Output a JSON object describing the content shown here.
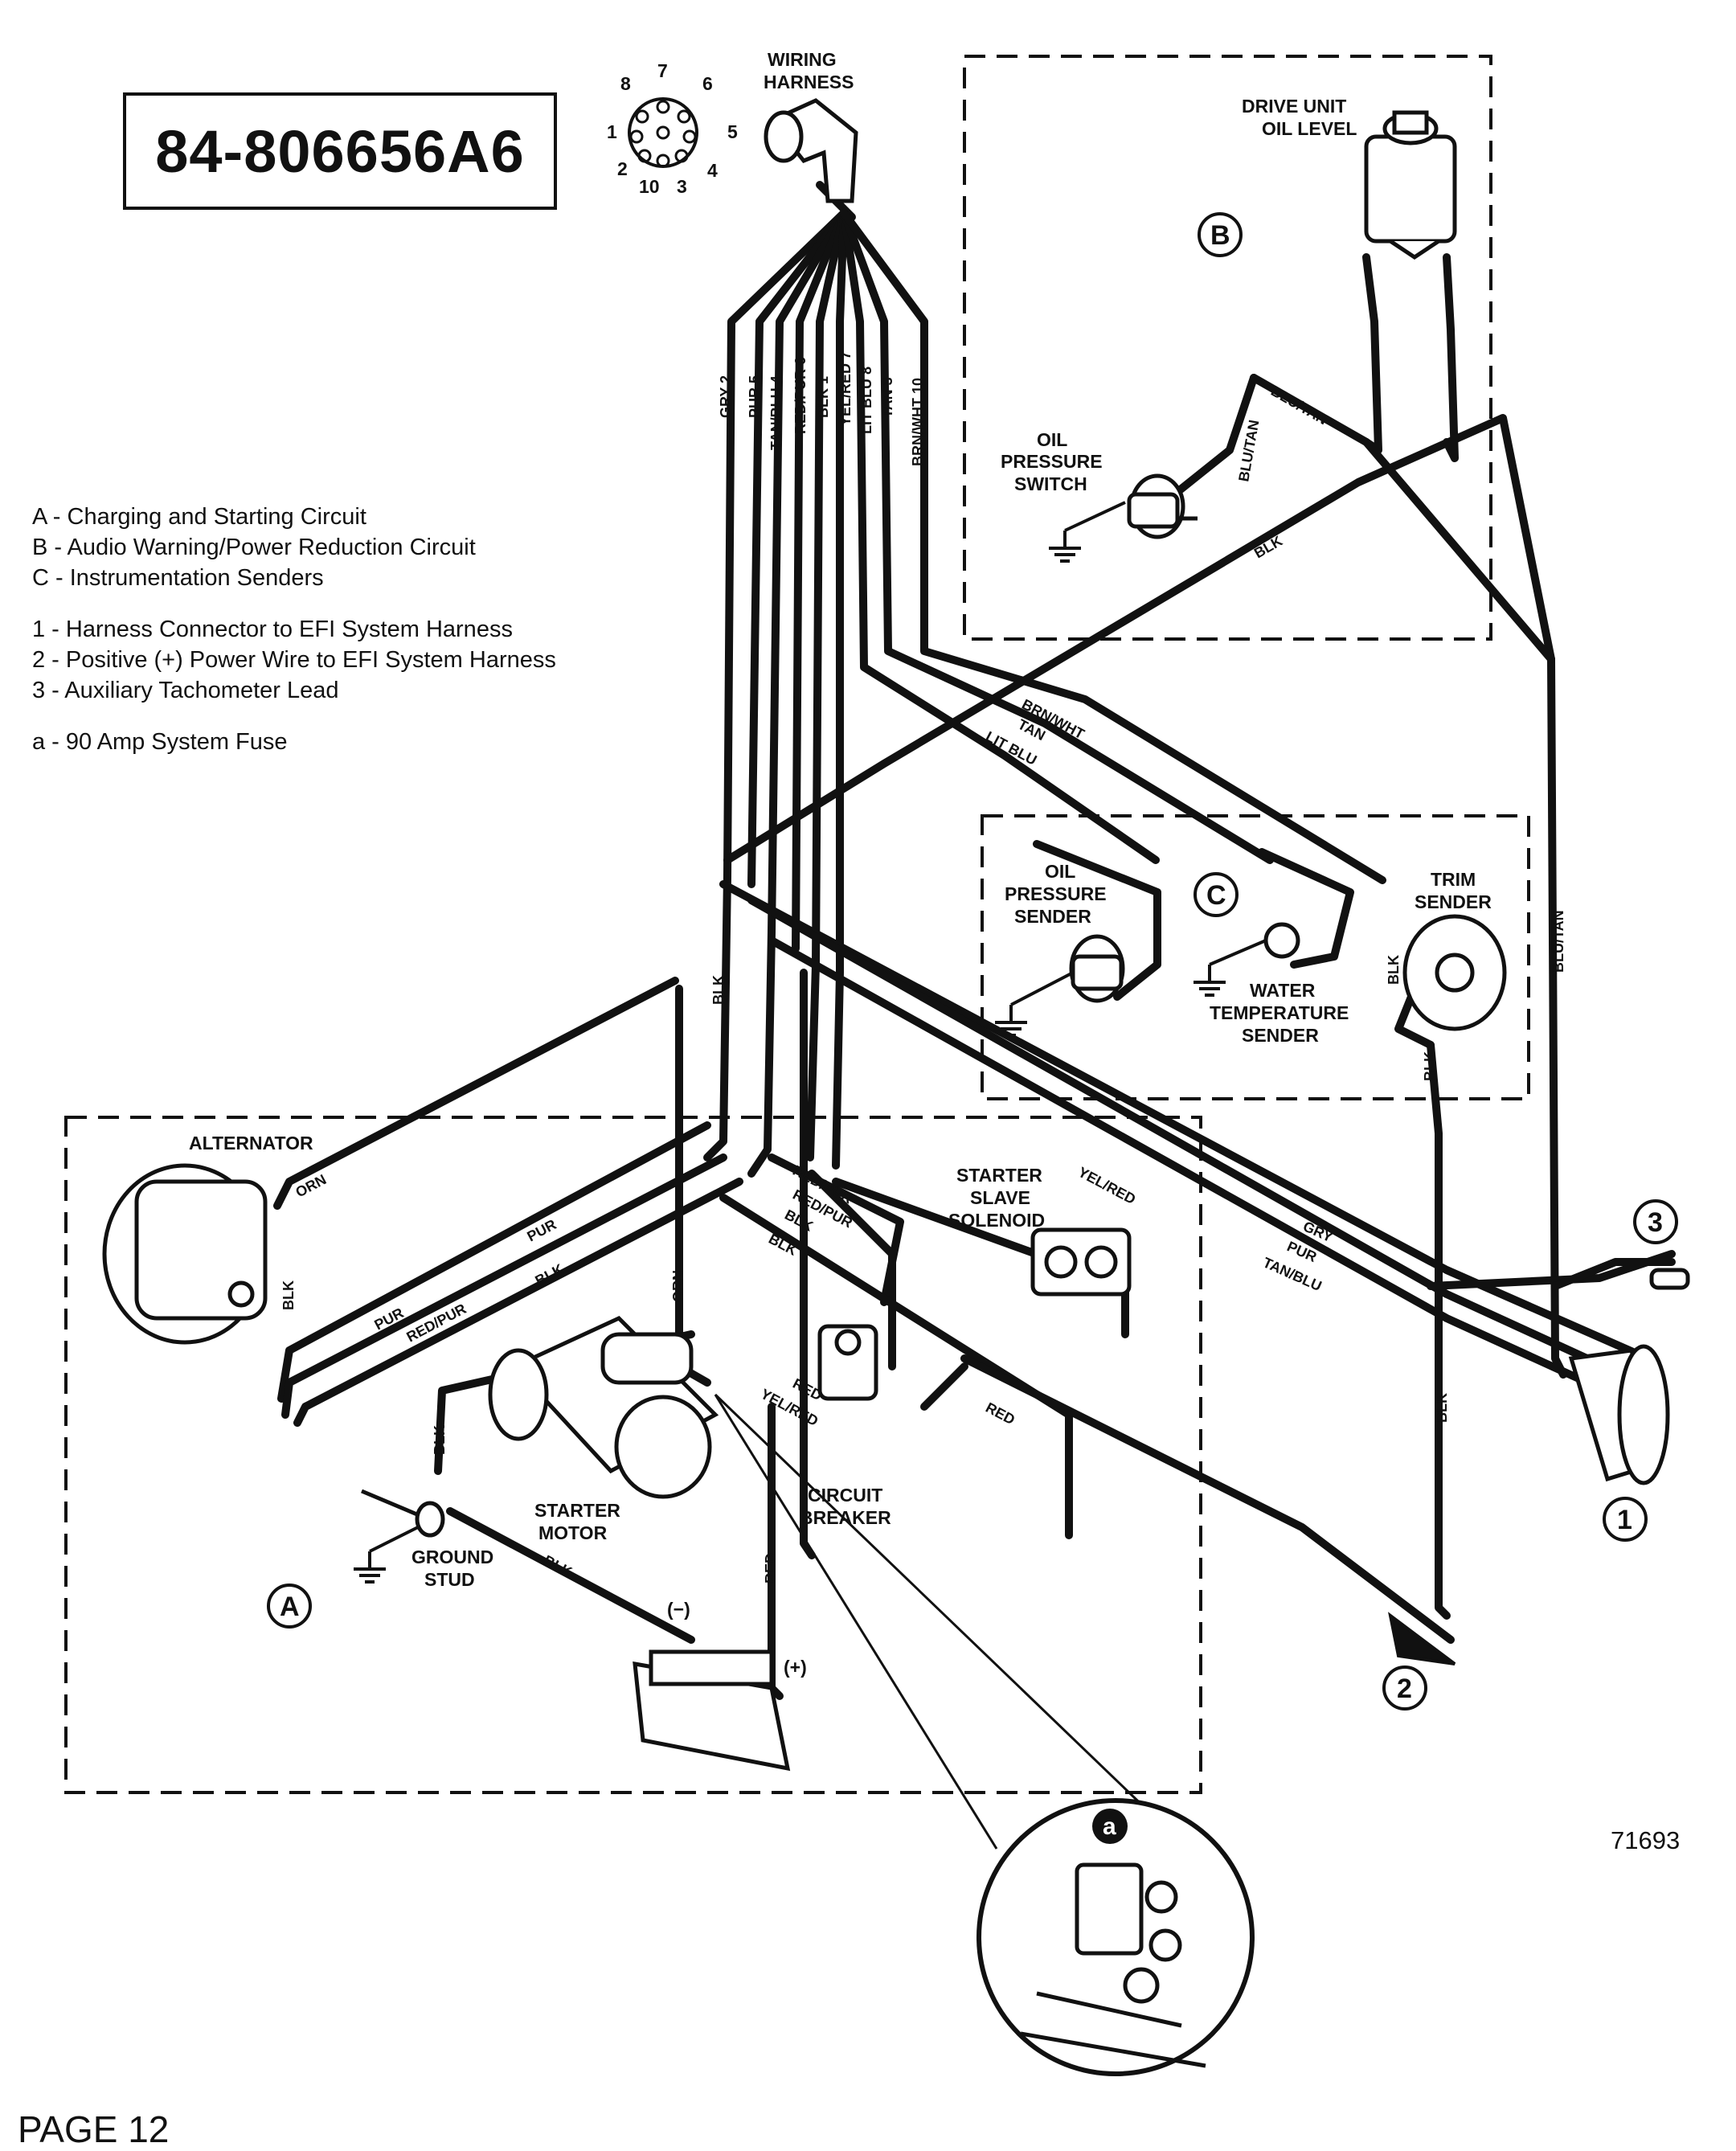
{
  "part_number": "84-806656A6",
  "legend": [
    "A - Charging and Starting Circuit",
    "B - Audio Warning/Power Reduction Circuit",
    "C - Instrumentation Senders",
    "1 - Harness Connector to EFI System Harness",
    "2 - Positive (+) Power Wire to EFI System Harness",
    "3 - Auxiliary Tachometer Lead",
    "a - 90 Amp System Fuse"
  ],
  "figure_number": "71693",
  "page_label": "PAGE 12",
  "components": {
    "wiring_harness": [
      "WIRING",
      "HARNESS"
    ],
    "drive_unit_oil_level": [
      "DRIVE UNIT",
      "OIL LEVEL"
    ],
    "oil_pressure_switch": [
      "OIL",
      "PRESSURE",
      "SWITCH"
    ],
    "oil_pressure_sender": [
      "OIL",
      "PRESSURE",
      "SENDER"
    ],
    "water_temperature_sender": [
      "WATER",
      "TEMPERATURE",
      "SENDER"
    ],
    "trim_sender": [
      "TRIM",
      "SENDER"
    ],
    "alternator": "ALTERNATOR",
    "starter_slave_solenoid": [
      "STARTER",
      "SLAVE",
      "SOLENOID"
    ],
    "starter_motor": [
      "STARTER",
      "MOTOR"
    ],
    "circuit_breaker": [
      "CIRCUIT",
      "BREAKER"
    ],
    "ground_stud": [
      "GROUND",
      "STUD"
    ],
    "battery_negative": "(−)",
    "battery_positive": "(+)"
  },
  "circle_labels": [
    "A",
    "B",
    "C",
    "1",
    "2",
    "3",
    "a"
  ],
  "connector_pins": [
    "1",
    "2",
    "3",
    "4",
    "5",
    "6",
    "7",
    "8",
    "10"
  ],
  "harness_wires": [
    "GRY 2",
    "PUR 5",
    "TAN/BLU 4",
    "RED/PUR 6",
    "BLK 1",
    "YEL/RED 7",
    "LIT BLU 8",
    "TAN 3",
    "BRN/WHT 10"
  ],
  "wire_labels": {
    "blu_tan_1": "BLU/TAN",
    "blu_tan_2": "BLU/TAN",
    "blu_tan_3": "BLU/TAN",
    "blk_b": "BLK",
    "brn_wht": "BRN/WHT",
    "tan": "TAN",
    "lit_blu": "LIT BLU",
    "blk_trim_1": "BLK",
    "blk_trim_2": "BLK",
    "blk_trim_3": "BLK",
    "blk_trunk": "BLK",
    "orn_alt": "ORN",
    "pur_alt": "PUR",
    "blk_alt": "BLK",
    "pur_low": "PUR",
    "red_pur_low": "RED/PUR",
    "blk_low": "BLK",
    "orn_starter": "ORN",
    "red_pur_1": "RED/PUR",
    "red_pur_2": "RED/PUR",
    "blk_s1": "BLK",
    "blk_s2": "BLK",
    "yel_red_sol": "YEL/RED",
    "gry": "GRY",
    "pur": "PUR",
    "tan_blu": "TAN/BLU",
    "red_1": "RED",
    "yel_red_st": "YEL/RED",
    "red_2": "RED",
    "blk_ground": "BLK",
    "blk_batt": "BLK",
    "red_batt": "RED"
  }
}
